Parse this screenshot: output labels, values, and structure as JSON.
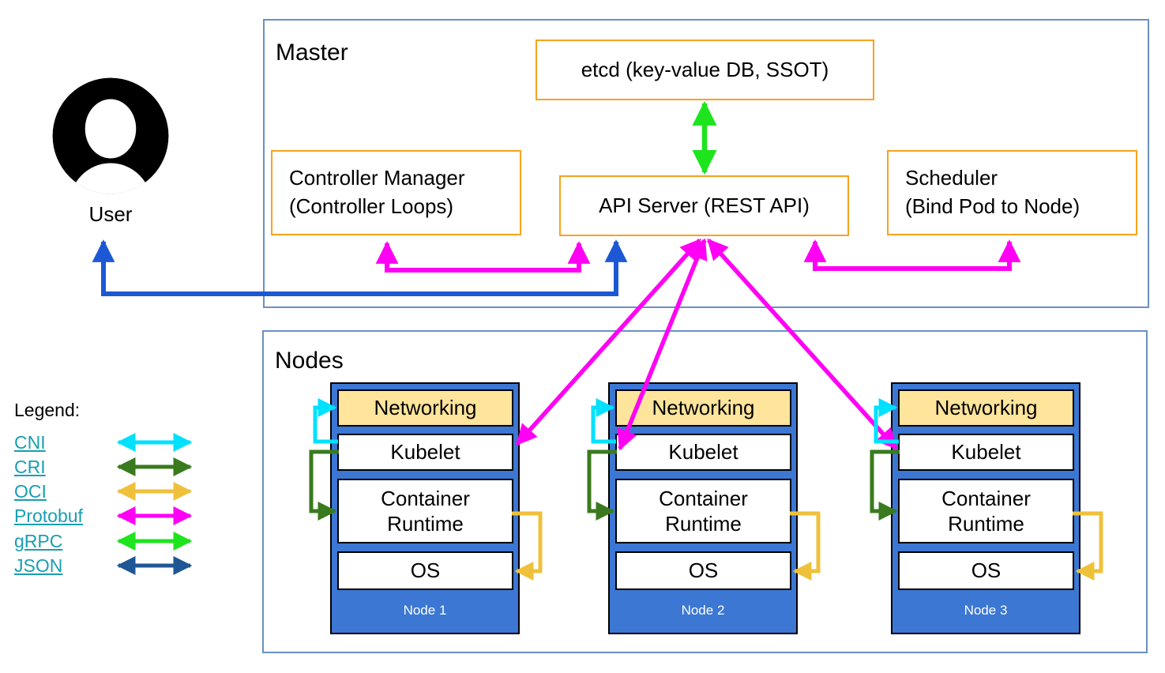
{
  "colors": {
    "frame_border": "#6990C3",
    "orange": "#F9A21D",
    "node_fill": "#3B77D3",
    "networking_fill": "#FFE49B",
    "cni": "#00E1FF",
    "cri": "#3A7A1E",
    "oci": "#EFC13B",
    "protobuf": "#FF00F5",
    "grpc": "#1EE41E",
    "json": "#1F5795",
    "user_json": "#1D58D4",
    "link": "#189EB3"
  },
  "user": {
    "label": "User"
  },
  "master": {
    "title": "Master",
    "etcd_label": "etcd (key-value DB, SSOT)",
    "controller_manager_label": "Controller Manager\n(Controller Loops)",
    "api_server_label": "API Server (REST API)",
    "scheduler_label": "Scheduler\n(Bind Pod to Node)"
  },
  "nodes_section": {
    "title": "Nodes",
    "list": [
      {
        "name": "Node 1",
        "layers": [
          "Networking",
          "Kubelet",
          "Container Runtime",
          "OS"
        ]
      },
      {
        "name": "Node 2",
        "layers": [
          "Networking",
          "Kubelet",
          "Container Runtime",
          "OS"
        ]
      },
      {
        "name": "Node 3",
        "layers": [
          "Networking",
          "Kubelet",
          "Container Runtime",
          "OS"
        ]
      }
    ]
  },
  "legend": {
    "title": "Legend:",
    "items": [
      {
        "label": "CNI"
      },
      {
        "label": "CRI"
      },
      {
        "label": "OCI"
      },
      {
        "label": "Protobuf"
      },
      {
        "label": "gRPC"
      },
      {
        "label": "JSON"
      }
    ]
  }
}
